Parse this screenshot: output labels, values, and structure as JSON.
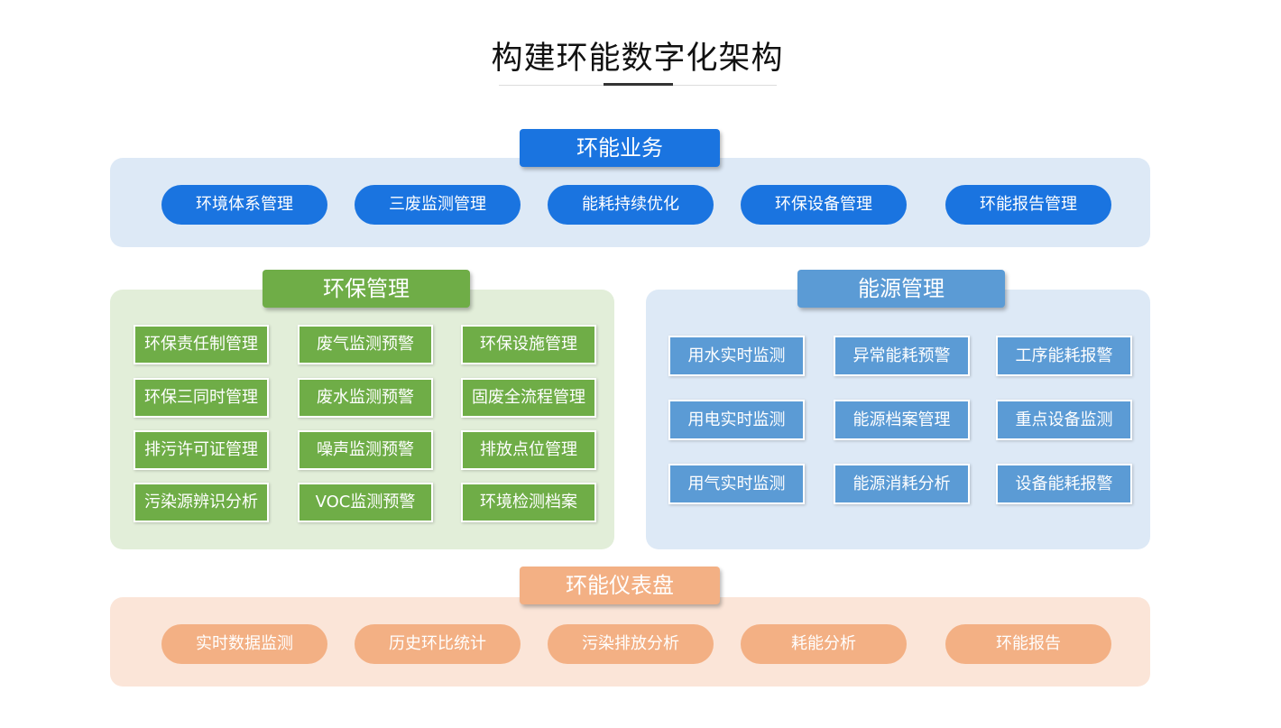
{
  "title": "构建环能数字化架构",
  "business": {
    "header": "环能业务",
    "items": [
      "环境体系管理",
      "三废监测管理",
      "能耗持续优化",
      "环保设备管理",
      "环能报告管理"
    ]
  },
  "environment": {
    "header": "环保管理",
    "items": [
      "环保责任制管理",
      "废气监测预警",
      "环保设施管理",
      "环保三同时管理",
      "废水监测预警",
      "固废全流程管理",
      "排污许可证管理",
      "噪声监测预警",
      "排放点位管理",
      "污染源辨识分析",
      "VOC监测预警",
      "环境检测档案"
    ]
  },
  "energy": {
    "header": "能源管理",
    "items": [
      "用水实时监测",
      "异常能耗预警",
      "工序能耗报警",
      "用电实时监测",
      "能源档案管理",
      "重点设备监测",
      "用气实时监测",
      "能源消耗分析",
      "设备能耗报警"
    ]
  },
  "dashboard": {
    "header": "环能仪表盘",
    "items": [
      "实时数据监测",
      "历史环比统计",
      "污染排放分析",
      "耗能分析",
      "环能报告"
    ]
  },
  "colors": {
    "business_blue": "#1a74e0",
    "env_green": "#6fad47",
    "energy_blue": "#5b9bd5",
    "dash_orange": "#f3b084"
  }
}
